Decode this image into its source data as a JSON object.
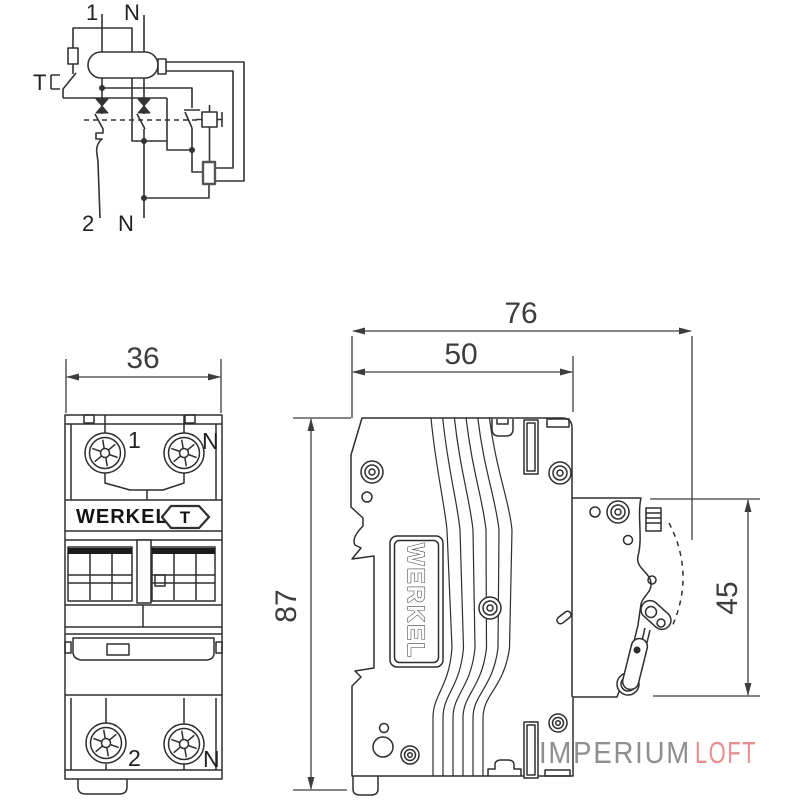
{
  "colors": {
    "background": "#ffffff",
    "line": "#2e2e2e",
    "circuit_line": "#333333",
    "dim": "#3d3d3d",
    "dark_fill": "#1c1c1c",
    "watermark_gray": "#8e8e8e",
    "watermark_pink": "#e78f8f"
  },
  "circuit": {
    "top_terminal_1": "1",
    "top_terminal_n": "N",
    "test_label": "T",
    "bottom_terminal_2": "2",
    "bottom_terminal_n": "N"
  },
  "front_view": {
    "width_dim": "36",
    "top_terminal_1": "1",
    "top_terminal_n": "N",
    "brand": "WERKEL",
    "test_button": "T",
    "bottom_terminal_2": "2",
    "bottom_terminal_n": "N"
  },
  "side_view": {
    "depth_overall_dim": "76",
    "depth_body_dim": "50",
    "height_dim": "87",
    "front_height_dim": "45",
    "brand": "WERKEL"
  },
  "watermark": {
    "imperium": "IMPERIUM",
    "loft": "LOFT"
  }
}
